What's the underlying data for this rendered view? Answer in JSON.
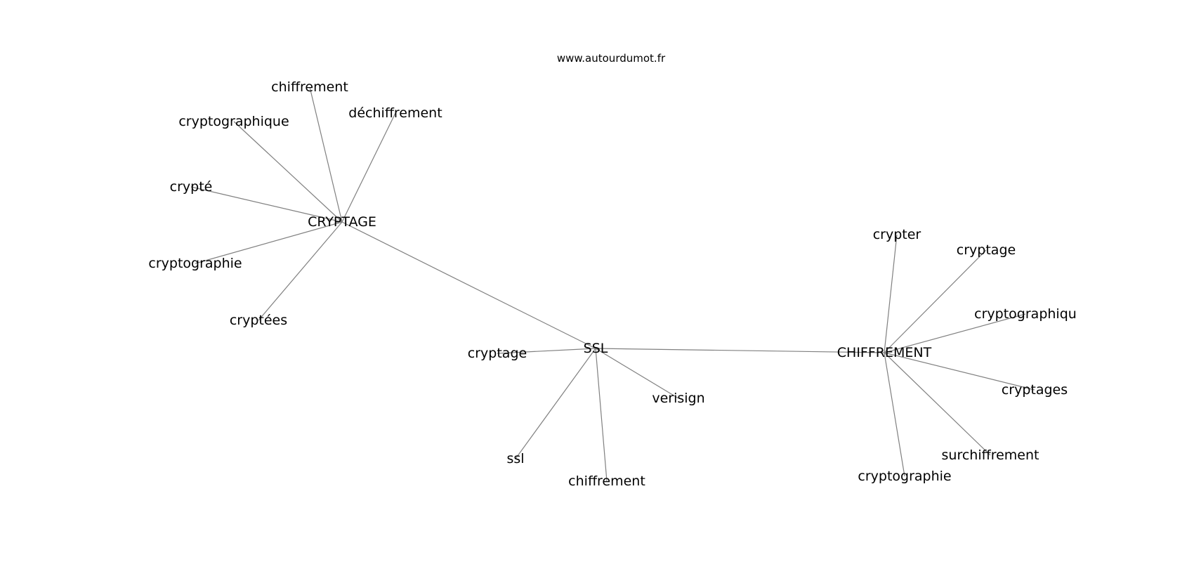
{
  "watermark": "www.autourdumot.fr",
  "colors": {
    "edge": "#808080",
    "text": "#000000",
    "background": "#ffffff"
  },
  "graph": {
    "nodes": [
      {
        "id": "n_cryptage_hub",
        "label": "CRYPTAGE"
      },
      {
        "id": "n_ssl_hub",
        "label": "SSL"
      },
      {
        "id": "n_chiffrement_hub",
        "label": "CHIFFREMENT"
      },
      {
        "id": "n_chiffrement_1",
        "label": "chiffrement"
      },
      {
        "id": "n_cryptographique_1",
        "label": "cryptographique"
      },
      {
        "id": "n_dechiffrement",
        "label": "déchiffrement"
      },
      {
        "id": "n_crypte",
        "label": "crypté"
      },
      {
        "id": "n_cryptographie_1",
        "label": "cryptographie"
      },
      {
        "id": "n_cryptees",
        "label": "cryptées"
      },
      {
        "id": "n_cryptage_2",
        "label": "cryptage"
      },
      {
        "id": "n_verisign",
        "label": "verisign"
      },
      {
        "id": "n_ssl_lower",
        "label": "ssl"
      },
      {
        "id": "n_chiffrement_2",
        "label": "chiffrement"
      },
      {
        "id": "n_crypter",
        "label": "crypter"
      },
      {
        "id": "n_cryptage_3",
        "label": "cryptage"
      },
      {
        "id": "n_cryptographiqu",
        "label": "cryptographiqu"
      },
      {
        "id": "n_cryptages",
        "label": "cryptages"
      },
      {
        "id": "n_surchiffrement",
        "label": "surchiffrement"
      },
      {
        "id": "n_cryptographie_2",
        "label": "cryptographie"
      }
    ],
    "edges": [
      [
        "n_cryptage_hub",
        "n_chiffrement_1"
      ],
      [
        "n_cryptage_hub",
        "n_cryptographique_1"
      ],
      [
        "n_cryptage_hub",
        "n_dechiffrement"
      ],
      [
        "n_cryptage_hub",
        "n_crypte"
      ],
      [
        "n_cryptage_hub",
        "n_cryptographie_1"
      ],
      [
        "n_cryptage_hub",
        "n_cryptees"
      ],
      [
        "n_cryptage_hub",
        "n_ssl_hub"
      ],
      [
        "n_ssl_hub",
        "n_cryptage_2"
      ],
      [
        "n_ssl_hub",
        "n_verisign"
      ],
      [
        "n_ssl_hub",
        "n_ssl_lower"
      ],
      [
        "n_ssl_hub",
        "n_chiffrement_2"
      ],
      [
        "n_ssl_hub",
        "n_chiffrement_hub"
      ],
      [
        "n_chiffrement_hub",
        "n_crypter"
      ],
      [
        "n_chiffrement_hub",
        "n_cryptage_3"
      ],
      [
        "n_chiffrement_hub",
        "n_cryptographiqu"
      ],
      [
        "n_chiffrement_hub",
        "n_cryptages"
      ],
      [
        "n_chiffrement_hub",
        "n_surchiffrement"
      ],
      [
        "n_chiffrement_hub",
        "n_cryptographie_2"
      ]
    ]
  }
}
